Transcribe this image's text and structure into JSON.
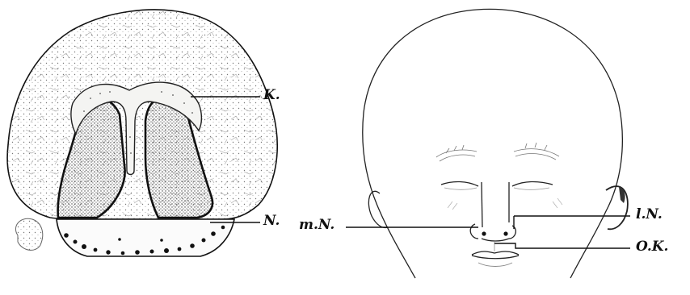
{
  "figure": {
    "left_panel": {
      "labels": {
        "k": "K.",
        "n": "N."
      }
    },
    "right_panel": {
      "labels": {
        "mn": "m.N.",
        "ln": "l.N.",
        "ok": "O.K."
      }
    },
    "colors": {
      "ink": "#111111",
      "stipple": "#555555",
      "paper": "#ffffff"
    }
  }
}
